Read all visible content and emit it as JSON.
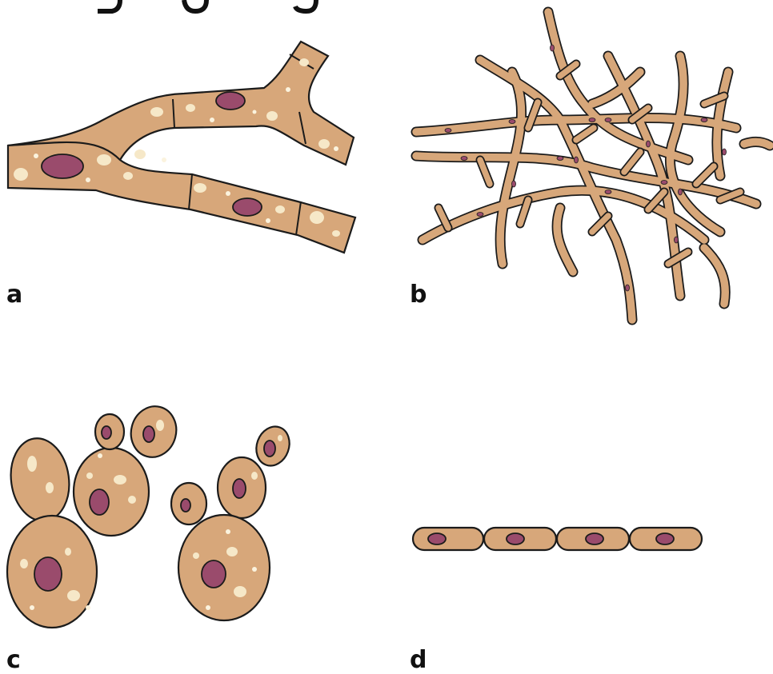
{
  "figure": {
    "panels": [
      {
        "id": "a",
        "label": "a"
      },
      {
        "id": "b",
        "label": "b"
      },
      {
        "id": "c",
        "label": "c"
      },
      {
        "id": "d",
        "label": "d"
      }
    ]
  },
  "colors": {
    "cytoplasm": "#D7A77A",
    "nucleus": "#9A4B6C",
    "vacuole": "#F6E8C8",
    "outline": "#1b1b1b"
  }
}
